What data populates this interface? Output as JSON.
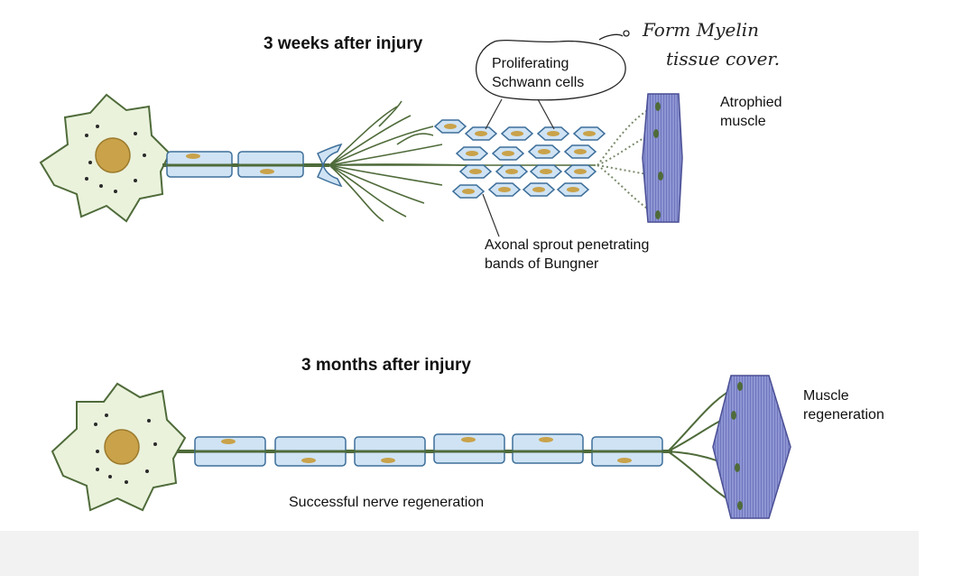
{
  "top_panel": {
    "title": "3  weeks after injury",
    "schwann_label": "Proliferating\nSchwann cells",
    "muscle_label": "Atrophied\nmuscle",
    "sprout_label": "Axonal sprout penetrating\nbands of Bungner",
    "handwritten_note": [
      "Form Myelin",
      "tissue cover."
    ]
  },
  "bottom_panel": {
    "title": "3  months after injury",
    "muscle_label": "Muscle\nregeneration",
    "caption": "Successful nerve regeneration"
  },
  "colors": {
    "soma_fill": "#eaf2dc",
    "nucleus": "#c9a24a",
    "myelin_fill": "#cfe3f4",
    "myelin_stroke": "#3e6f9a",
    "axon": "#4f6b3a",
    "muscle_fill": "#8e95d3",
    "muscle_stroke": "#4a4f94"
  }
}
